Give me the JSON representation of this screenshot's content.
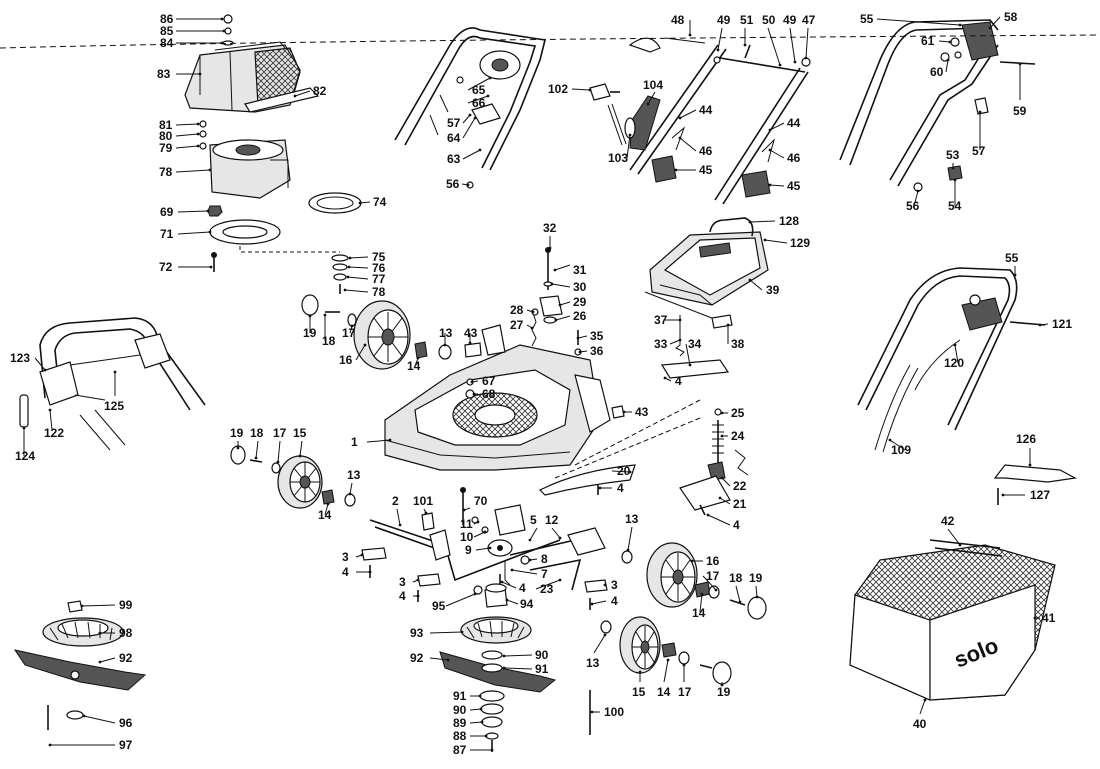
{
  "labels": [
    {
      "id": "p86",
      "text": "86"
    },
    {
      "id": "p85",
      "text": "85"
    },
    {
      "id": "p84",
      "text": "84"
    },
    {
      "id": "p83",
      "text": "83"
    },
    {
      "id": "p82",
      "text": "82"
    },
    {
      "id": "p81",
      "text": "81"
    },
    {
      "id": "p80",
      "text": "80"
    },
    {
      "id": "p79",
      "text": "79"
    },
    {
      "id": "p78",
      "text": "78"
    },
    {
      "id": "p69",
      "text": "69"
    },
    {
      "id": "p74",
      "text": "74"
    },
    {
      "id": "p71",
      "text": "71"
    },
    {
      "id": "p72",
      "text": "72"
    },
    {
      "id": "p75",
      "text": "75"
    },
    {
      "id": "p76",
      "text": "76"
    },
    {
      "id": "p77",
      "text": "77"
    },
    {
      "id": "p78b",
      "text": "78"
    },
    {
      "id": "p65",
      "text": "65"
    },
    {
      "id": "p66",
      "text": "66"
    },
    {
      "id": "p57",
      "text": "57"
    },
    {
      "id": "p64",
      "text": "64"
    },
    {
      "id": "p63",
      "text": "63"
    },
    {
      "id": "p56",
      "text": "56"
    },
    {
      "id": "p48",
      "text": "48"
    },
    {
      "id": "p49",
      "text": "49"
    },
    {
      "id": "p51",
      "text": "51"
    },
    {
      "id": "p50",
      "text": "50"
    },
    {
      "id": "p49b",
      "text": "49"
    },
    {
      "id": "p47",
      "text": "47"
    },
    {
      "id": "p102",
      "text": "102"
    },
    {
      "id": "p104",
      "text": "104"
    },
    {
      "id": "p44",
      "text": "44"
    },
    {
      "id": "p44b",
      "text": "44"
    },
    {
      "id": "p103",
      "text": "103"
    },
    {
      "id": "p46",
      "text": "46"
    },
    {
      "id": "p45",
      "text": "45"
    },
    {
      "id": "p46b",
      "text": "46"
    },
    {
      "id": "p45b",
      "text": "45"
    },
    {
      "id": "p55",
      "text": "55"
    },
    {
      "id": "p58",
      "text": "58"
    },
    {
      "id": "p61",
      "text": "61"
    },
    {
      "id": "p60",
      "text": "60"
    },
    {
      "id": "p59",
      "text": "59"
    },
    {
      "id": "p57b",
      "text": "57"
    },
    {
      "id": "p53",
      "text": "53"
    },
    {
      "id": "p56b",
      "text": "56"
    },
    {
      "id": "p54",
      "text": "54"
    },
    {
      "id": "p32",
      "text": "32"
    },
    {
      "id": "p31",
      "text": "31"
    },
    {
      "id": "p30",
      "text": "30"
    },
    {
      "id": "p29",
      "text": "29"
    },
    {
      "id": "p28",
      "text": "28"
    },
    {
      "id": "p26",
      "text": "26"
    },
    {
      "id": "p27",
      "text": "27"
    },
    {
      "id": "p35",
      "text": "35"
    },
    {
      "id": "p36",
      "text": "36"
    },
    {
      "id": "p128",
      "text": "128"
    },
    {
      "id": "p129",
      "text": "129"
    },
    {
      "id": "p39",
      "text": "39"
    },
    {
      "id": "p37",
      "text": "37"
    },
    {
      "id": "p38",
      "text": "38"
    },
    {
      "id": "p33",
      "text": "33"
    },
    {
      "id": "p34",
      "text": "34"
    },
    {
      "id": "p4a",
      "text": "4"
    },
    {
      "id": "p55b",
      "text": "55"
    },
    {
      "id": "p121",
      "text": "121"
    },
    {
      "id": "p120",
      "text": "120"
    },
    {
      "id": "p109",
      "text": "109"
    },
    {
      "id": "p123",
      "text": "123"
    },
    {
      "id": "p125",
      "text": "125"
    },
    {
      "id": "p122",
      "text": "122"
    },
    {
      "id": "p124",
      "text": "124"
    },
    {
      "id": "p19a",
      "text": "19"
    },
    {
      "id": "p18a",
      "text": "18"
    },
    {
      "id": "p17a",
      "text": "17"
    },
    {
      "id": "p16a",
      "text": "16"
    },
    {
      "id": "p14a",
      "text": "14"
    },
    {
      "id": "p13a",
      "text": "13"
    },
    {
      "id": "p43a",
      "text": "43"
    },
    {
      "id": "p67",
      "text": "67"
    },
    {
      "id": "p68",
      "text": "68"
    },
    {
      "id": "p43b",
      "text": "43"
    },
    {
      "id": "p1",
      "text": "1"
    },
    {
      "id": "p25",
      "text": "25"
    },
    {
      "id": "p24",
      "text": "24"
    },
    {
      "id": "p19b",
      "text": "19"
    },
    {
      "id": "p18b",
      "text": "18"
    },
    {
      "id": "p17b",
      "text": "17"
    },
    {
      "id": "p15a",
      "text": "15"
    },
    {
      "id": "p13b",
      "text": "13"
    },
    {
      "id": "p14b",
      "text": "14"
    },
    {
      "id": "p20",
      "text": "20"
    },
    {
      "id": "p4b",
      "text": "4"
    },
    {
      "id": "p22",
      "text": "22"
    },
    {
      "id": "p21",
      "text": "21"
    },
    {
      "id": "p4c",
      "text": "4"
    },
    {
      "id": "p126",
      "text": "126"
    },
    {
      "id": "p127",
      "text": "127"
    },
    {
      "id": "p2",
      "text": "2"
    },
    {
      "id": "p101",
      "text": "101"
    },
    {
      "id": "p70",
      "text": "70"
    },
    {
      "id": "p11",
      "text": "11"
    },
    {
      "id": "p10",
      "text": "10"
    },
    {
      "id": "p9",
      "text": "9"
    },
    {
      "id": "p5",
      "text": "5"
    },
    {
      "id": "p12",
      "text": "12"
    },
    {
      "id": "p8",
      "text": "8"
    },
    {
      "id": "p7",
      "text": "7"
    },
    {
      "id": "p23",
      "text": "23"
    },
    {
      "id": "p13c",
      "text": "13"
    },
    {
      "id": "p16b",
      "text": "16"
    },
    {
      "id": "p17c",
      "text": "17"
    },
    {
      "id": "p14c",
      "text": "14"
    },
    {
      "id": "p18c",
      "text": "18"
    },
    {
      "id": "p19c",
      "text": "19"
    },
    {
      "id": "p3a",
      "text": "3"
    },
    {
      "id": "p4d",
      "text": "4"
    },
    {
      "id": "p3b",
      "text": "3"
    },
    {
      "id": "p4e",
      "text": "4"
    },
    {
      "id": "p4f",
      "text": "4"
    },
    {
      "id": "p95",
      "text": "95"
    },
    {
      "id": "p94",
      "text": "94"
    },
    {
      "id": "p3c",
      "text": "3"
    },
    {
      "id": "p4g",
      "text": "4"
    },
    {
      "id": "p42",
      "text": "42"
    },
    {
      "id": "p41",
      "text": "41"
    },
    {
      "id": "p40",
      "text": "40"
    },
    {
      "id": "p99",
      "text": "99"
    },
    {
      "id": "p98",
      "text": "98"
    },
    {
      "id": "p92",
      "text": "92"
    },
    {
      "id": "p96",
      "text": "96"
    },
    {
      "id": "p97",
      "text": "97"
    },
    {
      "id": "p93",
      "text": "93"
    },
    {
      "id": "p92b",
      "text": "92"
    },
    {
      "id": "p90",
      "text": "90"
    },
    {
      "id": "p91",
      "text": "91"
    },
    {
      "id": "p91b",
      "text": "91"
    },
    {
      "id": "p90b",
      "text": "90"
    },
    {
      "id": "p89",
      "text": "89"
    },
    {
      "id": "p88",
      "text": "88"
    },
    {
      "id": "p87",
      "text": "87"
    },
    {
      "id": "p13d",
      "text": "13"
    },
    {
      "id": "p15b",
      "text": "15"
    },
    {
      "id": "p14d",
      "text": "14"
    },
    {
      "id": "p17d",
      "text": "17"
    },
    {
      "id": "p19d",
      "text": "19"
    },
    {
      "id": "p100",
      "text": "100"
    }
  ],
  "bag_logo": "solo"
}
